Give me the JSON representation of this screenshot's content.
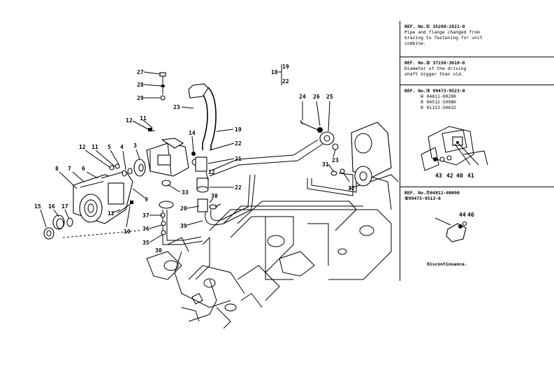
{
  "callouts": {
    "c27": "27",
    "c28": "28",
    "c29": "29",
    "c23a": "23",
    "c12a": "12",
    "c11a": "11",
    "c14": "14",
    "c19a": "19",
    "c22a": "22",
    "c21": "21",
    "c12b": "12",
    "c22b": "22",
    "c33": "33",
    "c30a": "30",
    "c20": "20",
    "c39": "39",
    "c37": "37",
    "c36": "36",
    "c35": "35",
    "c30b": "30",
    "c12c": "12",
    "c10": "10",
    "c9": "9",
    "c12d": "12",
    "c11b": "11",
    "c5": "5",
    "c4": "4",
    "c3": "3",
    "c8": "8",
    "c7": "7",
    "c6": "6",
    "c15": "15",
    "c16": "16",
    "c17": "17",
    "c18": "18",
    "c19b": "19",
    "c22c": "22",
    "c24": "24",
    "c26": "26",
    "c25": "25",
    "c23b": "23",
    "c31": "31",
    "c32": "32"
  },
  "refs": [
    {
      "hdr": "REF. No.① 35280-2821-0",
      "lines": [
        "Pipe and flange changed from",
        "brazing to fastening for unit",
        "combine."
      ]
    },
    {
      "hdr": "REF. No.② 37150-3610-0",
      "lines": [
        "Diameter of the driving",
        "shaft bigger than old."
      ]
    },
    {
      "hdr": "REF. No.③ 99473-9523-0",
      "lines": [
        "④ 04811-00200",
        "⑤ 04512-50080",
        "⑥ 01153-50632"
      ],
      "part_labels": [
        "43",
        "42",
        "40",
        "41"
      ]
    },
    {
      "hdr": "REF. No.⑦04811-00090",
      "lines": [
        "⑧99473-9513-0"
      ],
      "part_labels": [
        "44",
        "46"
      ],
      "caption": "Discontinuance."
    }
  ]
}
